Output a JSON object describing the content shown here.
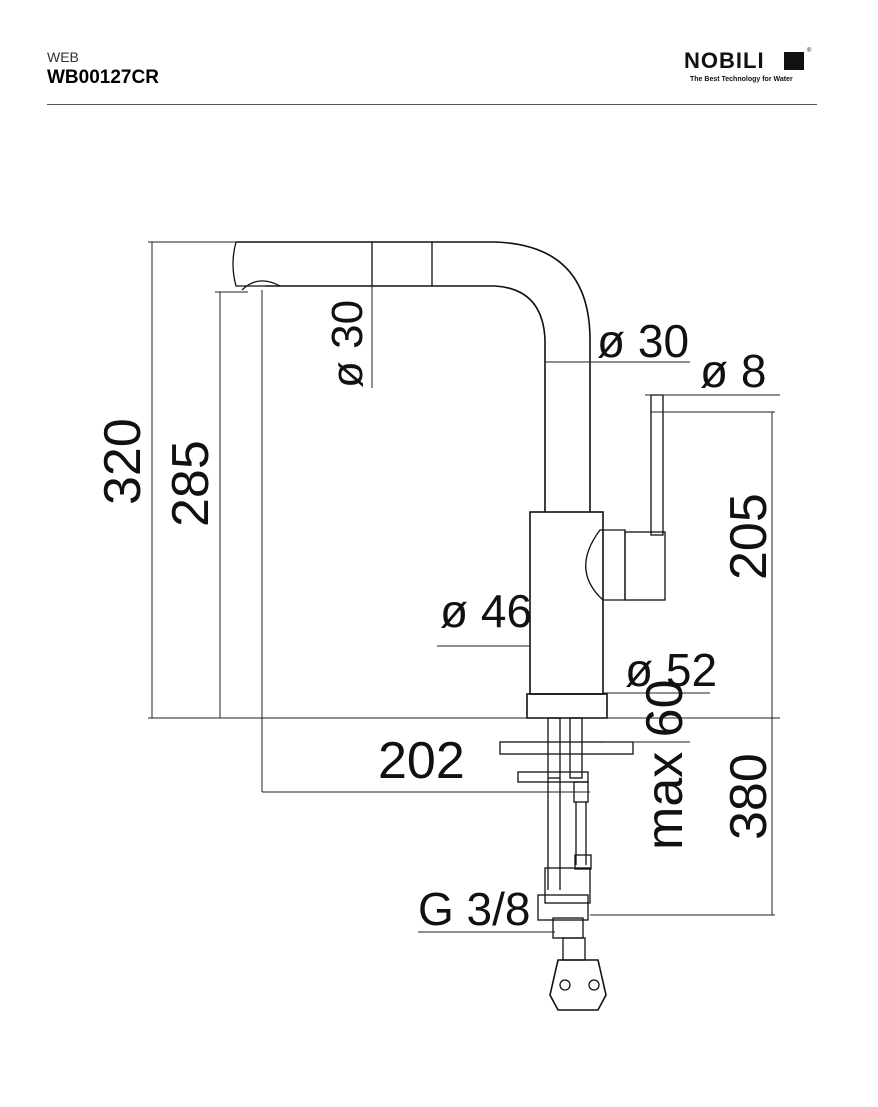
{
  "header": {
    "series": "WEB",
    "code": "WB00127CR"
  },
  "logo": {
    "name": "NOBILI",
    "mark_icon": "nobili-logo-mark-icon",
    "registered": "®",
    "tagline": "The Best Technology for Water"
  },
  "dimensions": {
    "spout_diameter": "ø 30",
    "body_diameter_upper": "ø 30",
    "lever_diameter": "ø 8",
    "body_diameter": "ø 46",
    "base_diameter": "ø 52",
    "total_height": "320",
    "outlet_height": "285",
    "lever_height": "205",
    "reach": "202",
    "max_deck_thickness": "max 60",
    "hose_length": "380",
    "connection": "G 3/8"
  }
}
